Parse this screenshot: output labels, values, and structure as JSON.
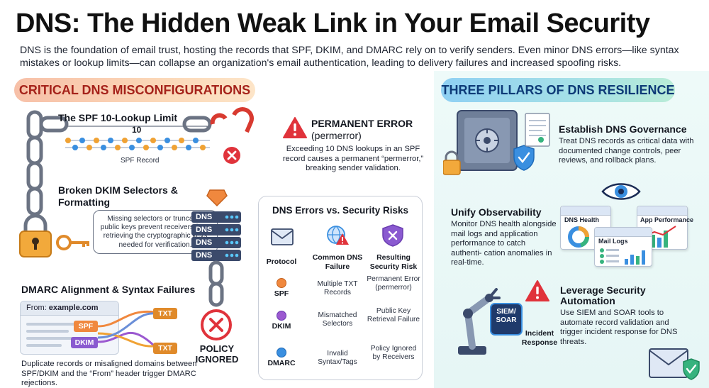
{
  "header": {
    "title": "DNS: The Hidden Weak Link in Your Email Security",
    "subtitle": "DNS is the foundation of email trust, hosting the records that SPF, DKIM, and DMARC rely on to verify senders. Even minor DNS errors—like syntax mistakes or lookup limits—can collapse an organization's email authentication, leading to delivery failures and increased spoofing risks."
  },
  "left": {
    "section_title": "CRITICAL DNS MISCONFIGURATIONS",
    "spf": {
      "title": "The SPF 10-Lookup Limit",
      "count_label": "10",
      "record_label": "SPF Record"
    },
    "perm_error": {
      "title": "PERMANENT ERROR",
      "subtitle": "(permerror)",
      "body": "Exceeding 10 DNS lookups in an SPF record causes a permanent “permerror,” breaking sender validation."
    },
    "dkim": {
      "title": "Broken DKIM Selectors & Formatting",
      "bubble": "Missing selectors or truncated public keys prevent receivers from retrieving the cryptographic keys needed for verification."
    },
    "server": {
      "labels": [
        "DNS",
        "DNS",
        "DNS",
        "DNS"
      ]
    },
    "policy": {
      "label": "POLICY IGNORED"
    },
    "dmarc": {
      "title": "DMARC Alignment & Syntax Failures",
      "from_prefix": "From: ",
      "from_domain": "example.com",
      "spf_tag": "SPF",
      "dkim_tag": "DKIM",
      "txt_tag_1": "TXT",
      "txt_tag_2": "TXT",
      "body": "Duplicate records or misaligned domains between SPF/DKIM and the “From” header trigger DMARC rejections."
    },
    "matrix": {
      "title": "DNS Errors vs. Security Risks",
      "headers": [
        "Protocol",
        "Common DNS Failure",
        "Resulting Security Risk"
      ],
      "rows": [
        {
          "protocol": "SPF",
          "failure": "Multiple TXT Records",
          "risk": "Permanent Error (permerror)",
          "color": "#f0883e"
        },
        {
          "protocol": "DKIM",
          "failure": "Mismatched Selectors",
          "risk": "Public Key Retrieval Failure",
          "color": "#9b59d0"
        },
        {
          "protocol": "DMARC",
          "failure": "Invalid Syntax/Tags",
          "risk": "Policy Ignored by Receivers",
          "color": "#3a8fe0"
        }
      ]
    }
  },
  "right": {
    "section_title": "THREE PILLARS OF DNS RESILIENCE",
    "pillars": [
      {
        "title": "Establish DNS Governance",
        "body": "Treat DNS records as critical data with documented change controls, peer reviews, and rollback plans."
      },
      {
        "title": "Unify Observability",
        "body": "Monitor DNS health alongside mail logs and application performance to catch authenti- cation anomalies in real-time."
      },
      {
        "title": "Leverage Security Automation",
        "body": "Use SIEM and SOAR tools to automate record validation and trigger incident response for DNS threats."
      }
    ],
    "dash": {
      "health": "DNS Health",
      "app": "App Performance",
      "logs": "Mail Logs"
    },
    "siem": {
      "label_1": "SIEM/",
      "label_2": "SOAR",
      "incident": "Incident Response"
    }
  },
  "colors": {
    "danger": "#e0333b",
    "accent_orange": "#f0883e",
    "accent_purple": "#9b59d0",
    "accent_blue": "#3a8fe0",
    "server_navy": "#3b4a6b"
  }
}
